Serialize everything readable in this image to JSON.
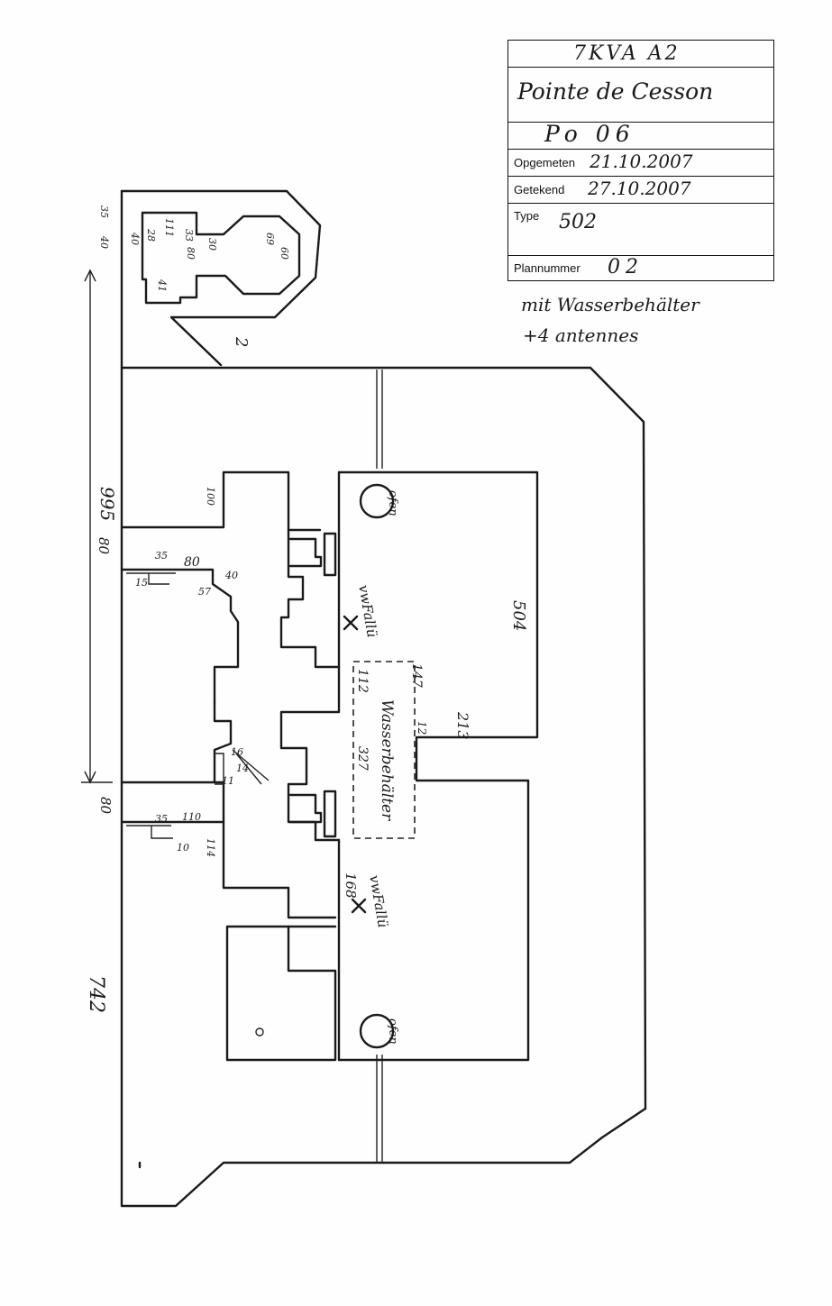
{
  "title_block": {
    "code": "7KVA A2",
    "location": "Pointe de Cesson",
    "number": "Po 06",
    "opgemeten_label": "Opgemeten",
    "opgemeten_value": "21.10.2007",
    "getekend_label": "Getekend",
    "getekend_value": "27.10.2007",
    "type_label": "Type",
    "type_value": "502",
    "plannummer_label": "Plannummer",
    "plannummer_value": "02"
  },
  "notes": {
    "line1": "mit Wasserbehälter",
    "line2": "+4 antennes"
  },
  "dimensions": {
    "overall_length": "995",
    "total_width": "742",
    "room_depth": "504",
    "corridor_width_top": "80",
    "corridor_width_bottom": "80",
    "sump_width": "112",
    "sump_depth": "147",
    "sump_length": "327",
    "step": "213",
    "step_small": "12",
    "entry_depth": "168",
    "wall_top": "100",
    "wall_bottom": "114",
    "niche_35a": "35",
    "niche_80": "80",
    "niche_15": "15",
    "niche_40": "40",
    "niche_35b": "35",
    "niche_110": "110",
    "niche_10": "10",
    "small_57": "57",
    "small_16": "16",
    "small_14": "14",
    "small_11": "11",
    "annex_35": "35",
    "annex_40a": "40",
    "annex_40b": "40",
    "annex_28": "28",
    "annex_111": "111",
    "annex_33": "33",
    "annex_80": "80",
    "annex_30": "30",
    "annex_69": "69",
    "annex_60": "60",
    "annex_41": "41",
    "annex_mark": "2"
  },
  "labels": {
    "wasserbehalter": "Wasserbehälter",
    "notausgang_top": "vwFallü",
    "notausgang_bottom": "vwFallü",
    "ofen_top": "ofen",
    "ofen_bottom": "ofen"
  }
}
